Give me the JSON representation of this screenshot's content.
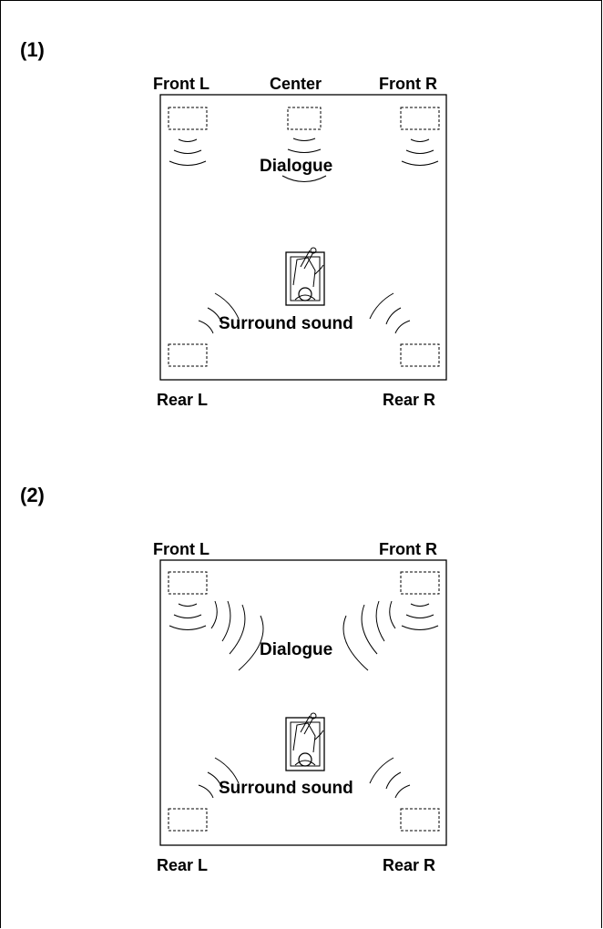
{
  "sections": [
    {
      "number": "(1)",
      "labels": {
        "front_left": "Front L",
        "center": "Center",
        "front_right": "Front R",
        "dialogue": "Dialogue",
        "surround": "Surround sound",
        "rear_left": "Rear L",
        "rear_right": "Rear R"
      }
    },
    {
      "number": "(2)",
      "labels": {
        "front_left": "Front L",
        "front_right": "Front R",
        "dialogue": "Dialogue",
        "surround": "Surround sound",
        "rear_left": "Rear L",
        "rear_right": "Rear R"
      }
    }
  ]
}
